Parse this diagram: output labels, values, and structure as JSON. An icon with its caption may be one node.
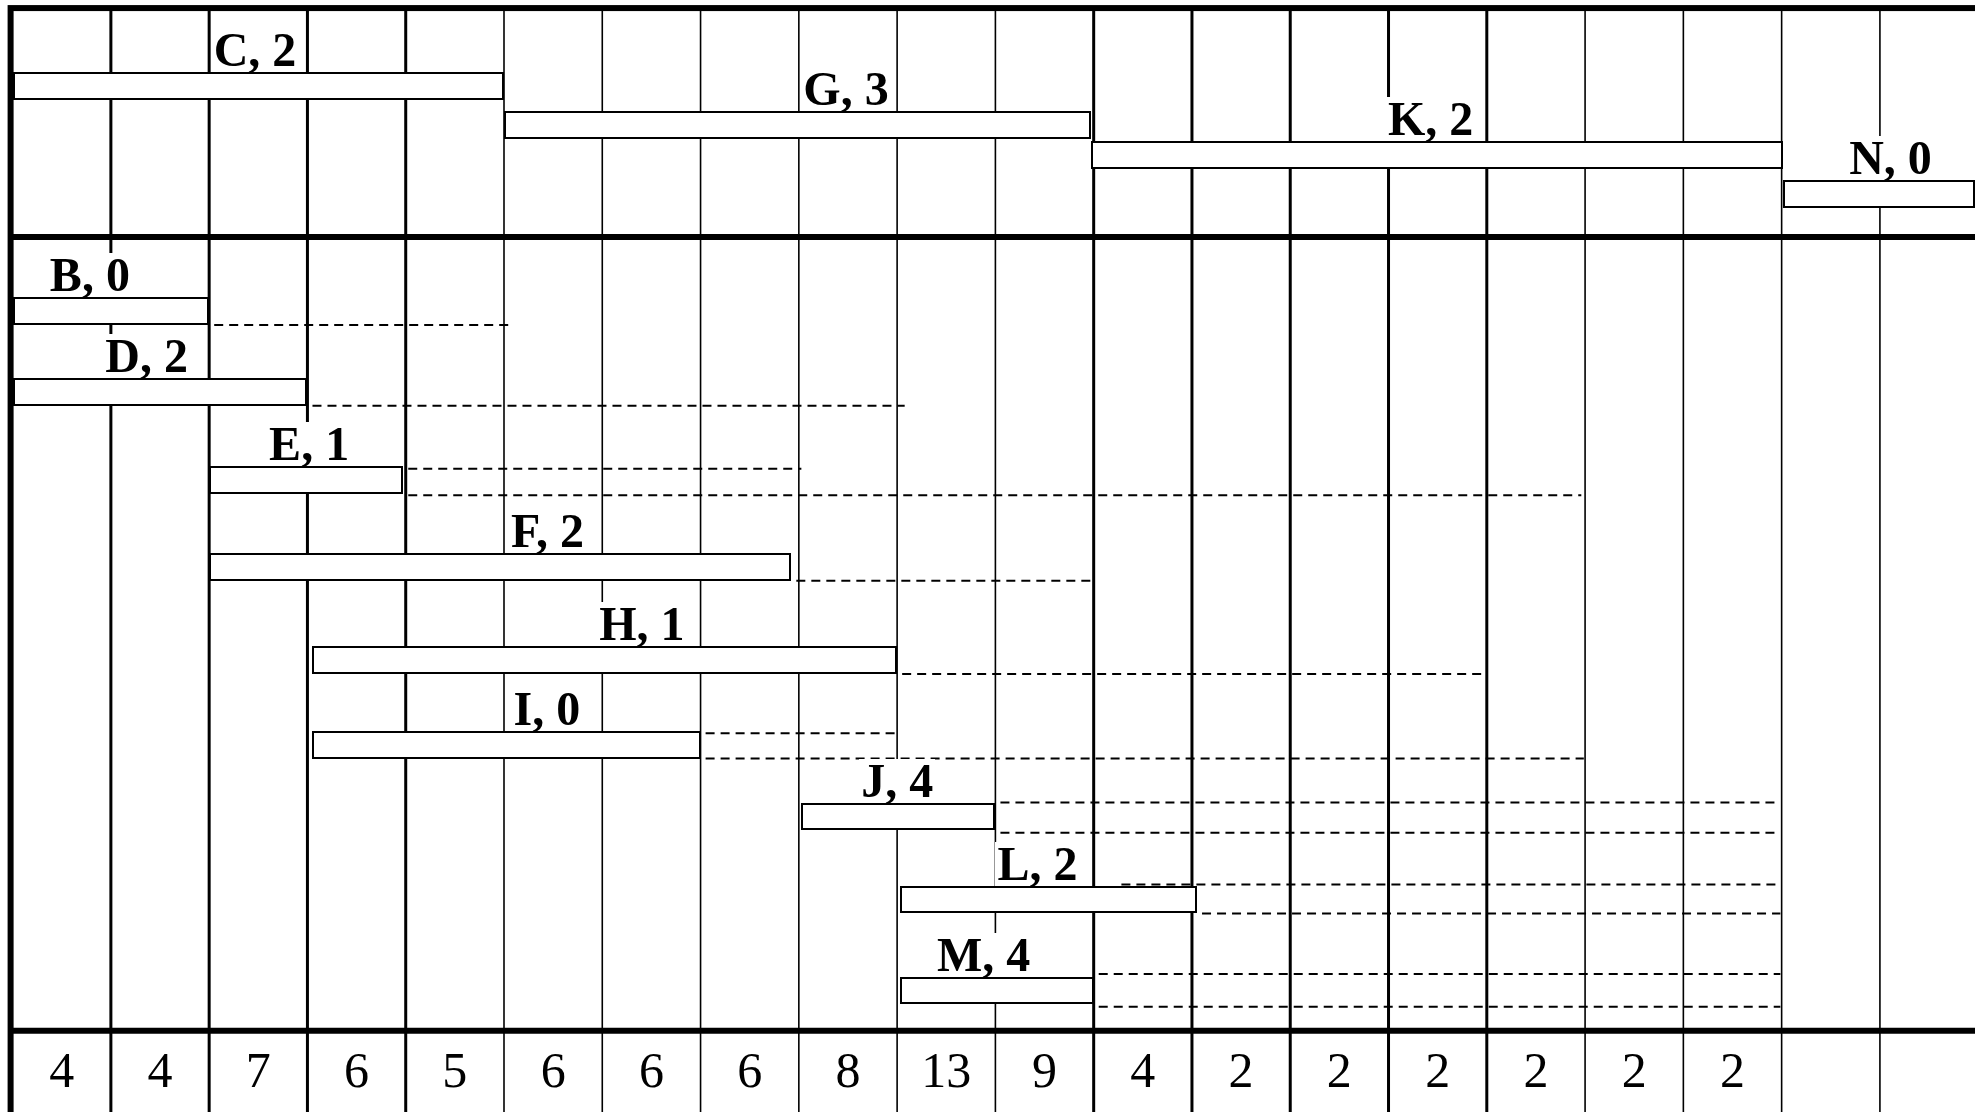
{
  "diagram": {
    "nodes": [
      {
        "text": [
          "C, 2"
        ]
      },
      {
        "text": [
          "G, 3"
        ]
      },
      {
        "text": [
          "K, 2"
        ]
      },
      {
        "text": [
          "N, 0"
        ]
      },
      {
        "text": [
          "B, 0"
        ]
      },
      {
        "text": [
          "D, 2"
        ]
      },
      {
        "text": [
          "E, 1"
        ]
      },
      {
        "text": [
          "F, 2"
        ]
      },
      {
        "text": [
          "H, 1"
        ]
      },
      {
        "text": [
          "I, 0"
        ]
      },
      {
        "text": [
          "J, 4"
        ]
      },
      {
        "text": [
          "L, 2"
        ]
      },
      {
        "text": [
          "M, 4"
        ]
      }
    ],
    "labels": [
      "4",
      "4",
      "7",
      "6",
      "5",
      "6",
      "6",
      "6",
      "8",
      "13",
      "9",
      "4",
      "2",
      "2",
      "2",
      "2",
      "2",
      "2"
    ]
  }
}
